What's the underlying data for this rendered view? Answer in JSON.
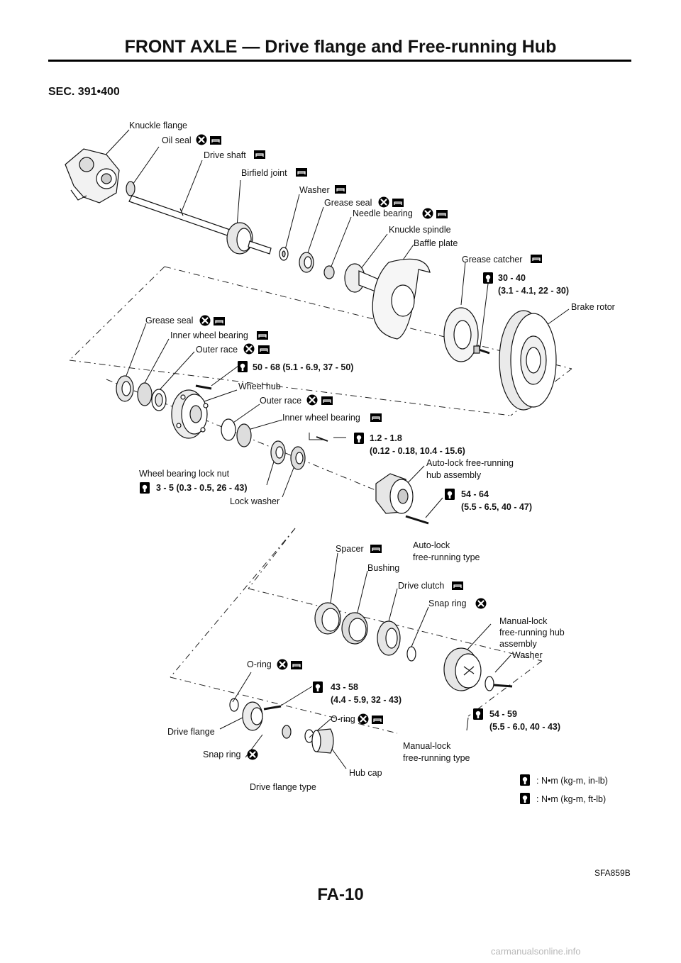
{
  "header": {
    "title": "FRONT AXLE — Drive flange and Free-running Hub"
  },
  "section": "SEC. 391•400",
  "parts": {
    "knuckle_flange": "Knuckle flange",
    "oil_seal": "Oil seal",
    "drive_shaft": "Drive shaft",
    "birfield_joint": "Birfield joint",
    "washer": "Washer",
    "grease_seal": "Grease seal",
    "needle_bearing": "Needle bearing",
    "knuckle_spindle": "Knuckle spindle",
    "baffle_plate": "Baffle plate",
    "grease_catcher": "Grease catcher",
    "brake_rotor": "Brake rotor",
    "grease_seal_2": "Grease seal",
    "inner_wheel_bearing": "Inner wheel bearing",
    "outer_race": "Outer race",
    "wheel_hub": "Wheel hub",
    "outer_race_2": "Outer race",
    "inner_wheel_bearing_2": "Inner wheel bearing",
    "auto_lock_hub_l1": "Auto-lock free-running",
    "auto_lock_hub_l2": "hub assembly",
    "wheel_bearing_lock_nut": "Wheel bearing lock nut",
    "lock_washer": "Lock washer",
    "auto_lock_type_l1": "Auto-lock",
    "auto_lock_type_l2": "free-running type",
    "spacer": "Spacer",
    "bushing": "Bushing",
    "drive_clutch": "Drive clutch",
    "snap_ring": "Snap ring",
    "manual_hub_l1": "Manual-lock",
    "manual_hub_l2": "free-running hub",
    "manual_hub_l3": "assembly",
    "washer_2": "Washer",
    "o_ring": "O-ring",
    "drive_flange": "Drive flange",
    "snap_ring_2": "Snap ring",
    "o_ring_2": "O-ring",
    "hub_cap": "Hub cap",
    "manual_type_l1": "Manual-lock",
    "manual_type_l2": "free-running type",
    "drive_flange_type": "Drive flange type"
  },
  "torques": {
    "t1_l1": "30 - 40",
    "t1_l2": "(3.1 - 4.1, 22 - 30)",
    "t2": "50 - 68 (5.1 - 6.9, 37 - 50)",
    "t3_l1": "1.2 - 1.8",
    "t3_l2": "(0.12 - 0.18, 10.4 - 15.6)",
    "t4": "3 - 5 (0.3 - 0.5, 26 - 43)",
    "t5_l1": "54 - 64",
    "t5_l2": "(5.5 - 6.5, 40 - 47)",
    "t6_l1": "43 - 58",
    "t6_l2": "(4.4 - 5.9, 32 - 43)",
    "t7_l1": "54 - 59",
    "t7_l2": "(5.5 - 6.0, 40 - 43)"
  },
  "legend": {
    "inlb": ": N•m (kg-m, in-lb)",
    "ftlb": ": N•m (kg-m, ft-lb)"
  },
  "figure_code": "SFA859B",
  "page_number": "FA-10",
  "watermark": "carmanualsonline.info"
}
